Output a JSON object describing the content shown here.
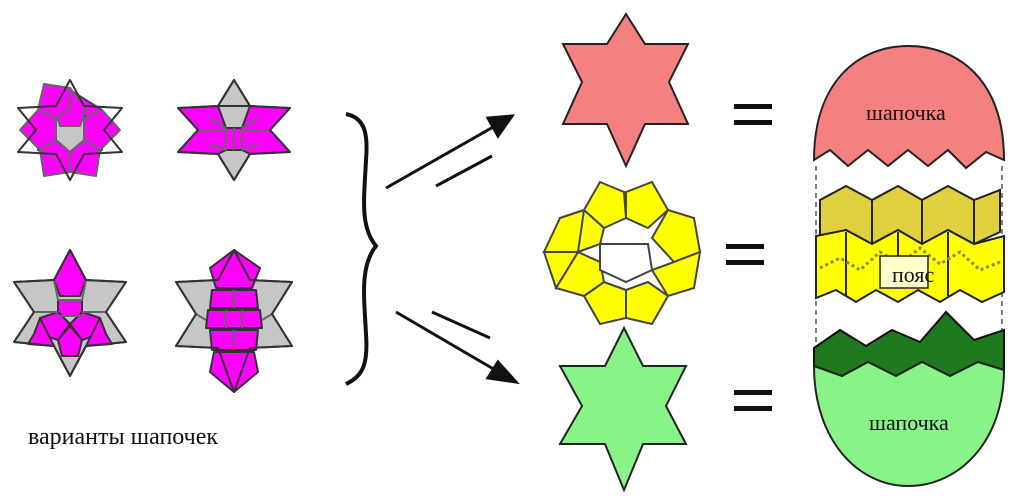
{
  "caption": {
    "variants": "варианты шапочек"
  },
  "capsule": {
    "top_label": "шапочка",
    "middle_label": "пояс",
    "bottom_label": "шапочка"
  },
  "colors": {
    "magenta": "#ff00ff",
    "gray": "#c6c6c6",
    "red_cap": "#f58080",
    "yellow_belt": "#ffff00",
    "olive_belt": "#e0d040",
    "green_cap": "#88f488",
    "dark_green": "#1f7a1f",
    "outline": "#333333"
  },
  "equals_sign": "="
}
